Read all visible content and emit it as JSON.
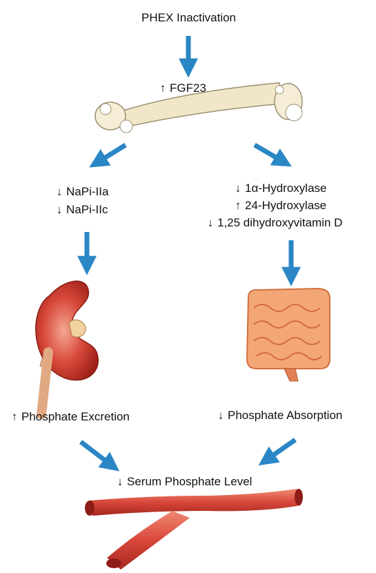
{
  "colors": {
    "arrow": "#2b86c5",
    "bone": "#f1e7c8",
    "kidney": "#c83a2e",
    "intestine": "#f09a62",
    "artery": "#d9533f"
  },
  "icons": {
    "up": "arrow-up",
    "down": "arrow-down",
    "bone": "bone-icon",
    "kidney": "kidney-icon",
    "intestine": "intestine-icon",
    "artery": "artery-icon"
  },
  "nodes": {
    "top": {
      "text": "PHEX Inactivation"
    },
    "fgf23": {
      "arrow": "↑",
      "text": "FGF23"
    },
    "napi_a": {
      "arrow": "↓",
      "text": "NaPi-IIa"
    },
    "napi_c": {
      "arrow": "↓",
      "text": "NaPi-IIc"
    },
    "hydrox_1a": {
      "arrow": "↓",
      "text": "1α-Hydroxylase"
    },
    "hydrox_24": {
      "arrow": "↑",
      "text": "24-Hydroxylase"
    },
    "vitd": {
      "arrow": "↓",
      "text": "1,25 dihydroxyvitamin D"
    },
    "excretion": {
      "arrow": "↑",
      "text": "Phosphate Excretion"
    },
    "absorption": {
      "arrow": "↓",
      "text": "Phosphate Absorption"
    },
    "serum": {
      "arrow": "↓",
      "text": "Serum Phosphate Level"
    }
  }
}
